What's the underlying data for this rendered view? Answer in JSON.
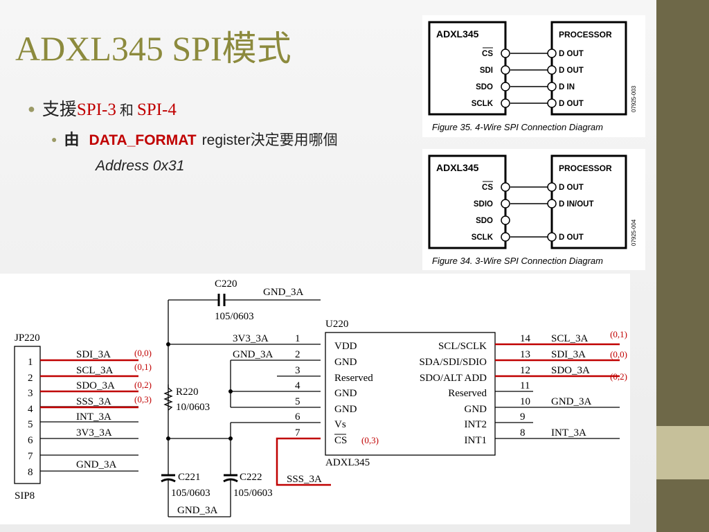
{
  "slide": {
    "title": "ADXL345 SPI模式",
    "bullet1": {
      "prefix": "支援",
      "spi3": "SPI-3",
      "middle": " 和 ",
      "spi4": "SPI-4"
    },
    "bullet2": {
      "zh": "由",
      "reg": "DATA_FORMAT",
      "rest": "register決定要用哪個"
    },
    "bullet3": "Address 0x31"
  },
  "fig1": {
    "chip": "ADXL345",
    "processor": "PROCESSOR",
    "pins": [
      "CS",
      "SDI",
      "SDO",
      "SCLK"
    ],
    "proc_pins": [
      "D OUT",
      "D OUT",
      "D IN",
      "D OUT"
    ],
    "code": "07925-003",
    "caption": "Figure 35. 4-Wire SPI Connection Diagram"
  },
  "fig2": {
    "chip": "ADXL345",
    "processor": "PROCESSOR",
    "pins": [
      "CS",
      "SDIO",
      "SDO",
      "SCLK"
    ],
    "proc_pins": [
      "D OUT",
      "D IN/OUT",
      "",
      "D OUT"
    ],
    "code": "07925-004",
    "caption": "Figure 34. 3-Wire SPI Connection Diagram"
  },
  "schematic": {
    "c220": "C220",
    "gnd_top": "GND_3A",
    "c220_val": "105/0603",
    "u220": "U220",
    "jp220": "JP220",
    "sip8": "SIP8",
    "jp_nets": [
      "SDI_3A",
      "SCL_3A",
      "SDO_3A",
      "SSS_3A",
      "INT_3A",
      "3V3_3A",
      "",
      "GND_3A"
    ],
    "jp_nums": [
      "1",
      "2",
      "3",
      "4",
      "5",
      "6",
      "7",
      "8"
    ],
    "jp_tags": [
      "(0,0)",
      "(0,1)",
      "(0,2)",
      "(0,3)"
    ],
    "r220": "R220",
    "r220_val": "10/0603",
    "left_nets": [
      "3V3_3A",
      "GND_3A"
    ],
    "left_nums": [
      "1",
      "2",
      "3",
      "4",
      "5",
      "6",
      "7"
    ],
    "left_pins": [
      "VDD",
      "GND",
      "Reserved",
      "GND",
      "GND",
      "Vs",
      "CS"
    ],
    "cs_tag": "(0,3)",
    "right_pins": [
      "SCL/SCLK",
      "SDA/SDI/SDIO",
      "SDO/ALT ADD",
      "Reserved",
      "GND",
      "INT2",
      "INT1"
    ],
    "right_nums": [
      "14",
      "13",
      "12",
      "11",
      "10",
      "9",
      "8"
    ],
    "right_nets": [
      "SCL_3A",
      "SDI_3A",
      "SDO_3A",
      "",
      "GND_3A",
      "",
      "INT_3A"
    ],
    "right_tags": [
      "(0,1)",
      "(0,0)",
      "(0,2)"
    ],
    "chip_name": "ADXL345",
    "c221": "C221",
    "c222": "C222",
    "cap_val": "105/0603",
    "gnd_bottom": "GND_3A",
    "sss_net": "SSS_3A"
  },
  "colors": {
    "accent": "#8c8a3d",
    "red": "#c00000",
    "sidebar": "#6e6848",
    "band": "#c6c09a"
  }
}
